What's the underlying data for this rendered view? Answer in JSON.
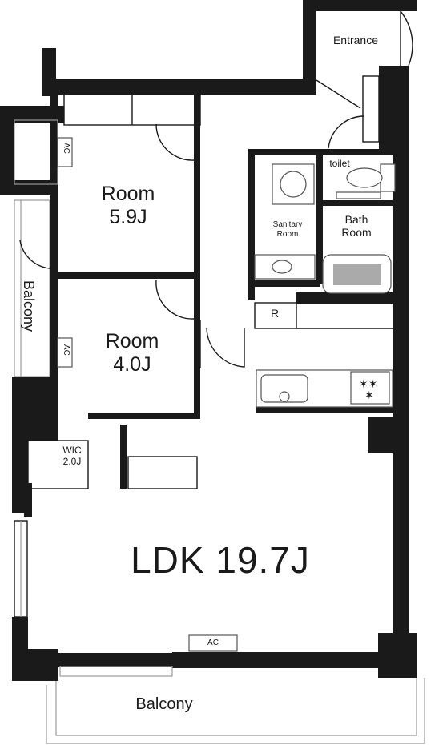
{
  "rooms": {
    "entrance": "Entrance",
    "toilet": "toilet",
    "sanitary": "Sanitary\nRoom",
    "bath": "Bath\nRoom",
    "room1": "Room\n5.9J",
    "room2": "Room\n4.0J",
    "refrigerator": "R",
    "wic": "WIC\n2.0J",
    "ldk": "LDK 19.7J",
    "balcony_bottom": "Balcony",
    "balcony_left": "Balcony"
  },
  "ac_units": [
    "AC",
    "AC",
    "AC"
  ]
}
